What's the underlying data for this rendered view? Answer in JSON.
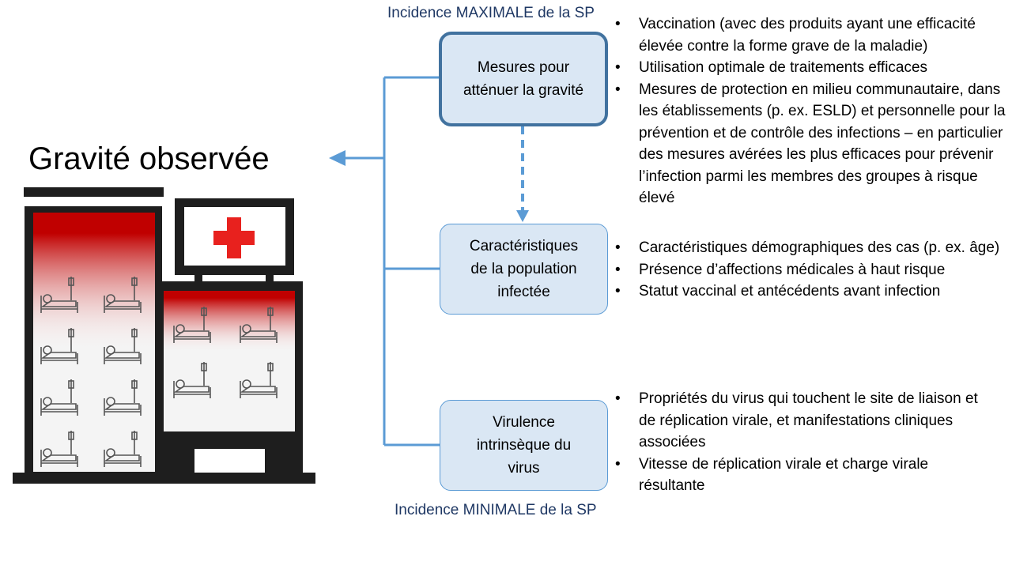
{
  "title": "Gravité observée",
  "labels": {
    "top": "Incidence MAXIMALE de la SP",
    "bottom": "Incidence MINIMALE de la SP"
  },
  "boxes": [
    {
      "lines": [
        "Mesures pour",
        "atténuer la gravité"
      ]
    },
    {
      "lines": [
        "Caractéristiques",
        "de la population",
        "infectée"
      ]
    },
    {
      "lines": [
        "Virulence",
        "intrinsèque du",
        "virus"
      ]
    }
  ],
  "bullets": [
    [
      "Vaccination (avec des produits ayant une efficacité élevée contre la forme grave de la maladie)",
      "Utilisation optimale de traitements efficaces",
      "Mesures de protection en milieu communautaire, dans les établissements (p. ex. ESLD) et personnelle pour la prévention et de contrôle des infections – en particulier des mesures avérées les plus efficaces pour prévenir l’infection parmi les membres des groupes à risque élevé"
    ],
    [
      "Caractéristiques démographiques des cas (p. ex. âge)",
      "Présence d’affections médicales à haut risque",
      "Statut vaccinal et antécédents avant infection"
    ],
    [
      "Propriétés du virus qui touchent le site de liaison et de réplication virale, et manifestations cliniques associées",
      "Vitesse de réplication virale et charge virale résultante"
    ]
  ],
  "colors": {
    "box_fill": "#dae7f4",
    "box_border": "#5b9bd5",
    "box_border_strong": "#41729f",
    "connector": "#5b9bd5",
    "label_text": "#1f3864",
    "hospital_red": "#c00000",
    "hospital_frame": "#1e1e1e",
    "cross": "#e8211e"
  },
  "icons": {
    "hospital": "hospital-building-icon",
    "cross": "red-cross-icon",
    "bed": "hospital-bed-icon"
  }
}
